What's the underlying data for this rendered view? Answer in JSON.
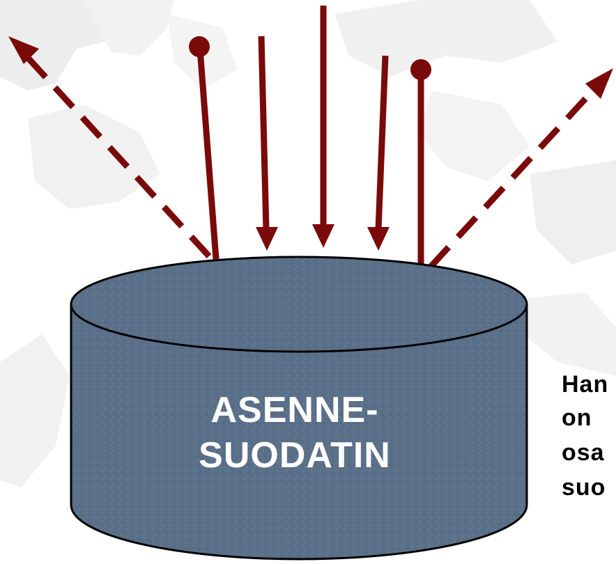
{
  "cylinder": {
    "label_line1": "ASENNE-",
    "label_line2": "SUODATIN"
  },
  "side_text": {
    "line1": "Han",
    "line2": "on",
    "line3": "osa",
    "line4": "suo"
  },
  "colors": {
    "arrow": "#7a0a0a",
    "cylinder_fill": "#5a6f88",
    "cylinder_stroke": "#000000",
    "label": "#ffffff",
    "side_text": "#000000",
    "background_map": "#ececec"
  }
}
